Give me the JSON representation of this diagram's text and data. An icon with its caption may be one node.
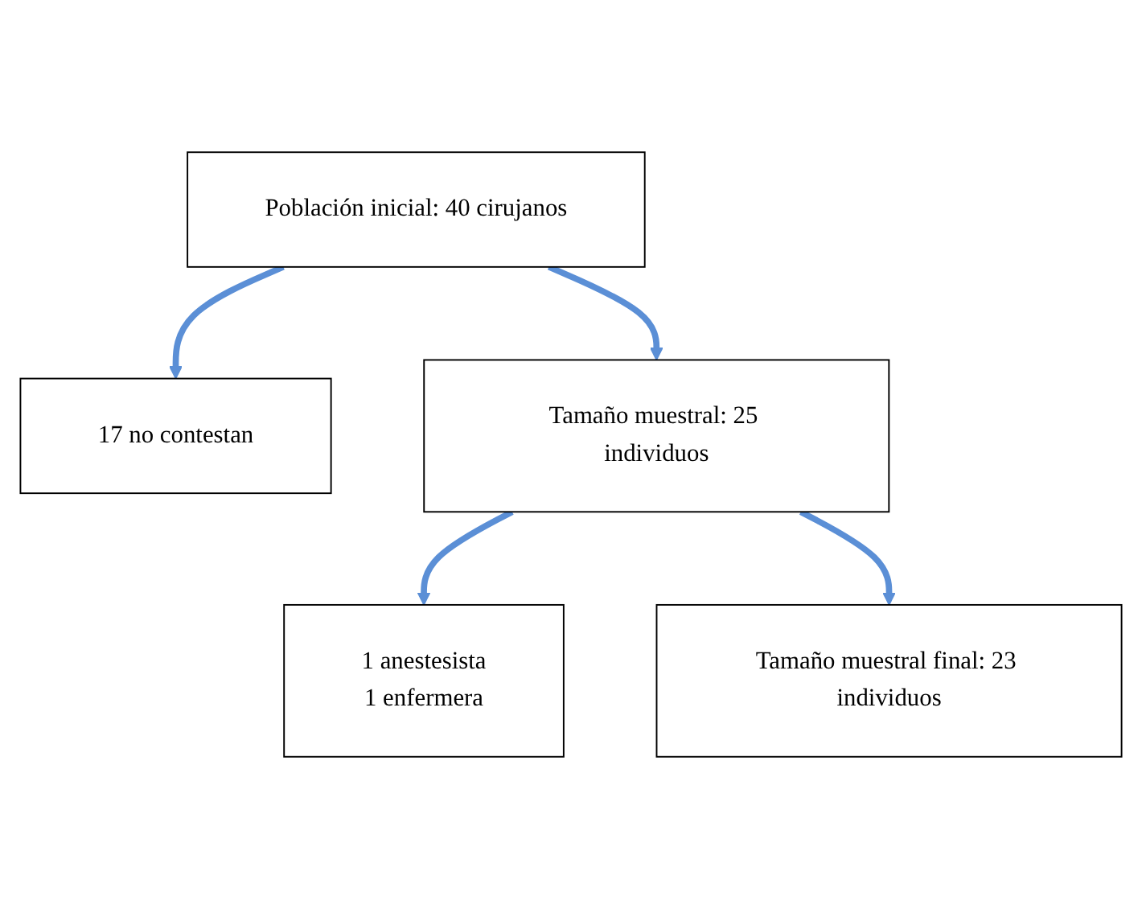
{
  "diagram": {
    "nodes": [
      {
        "text": [
          "Población inicial: 40 cirujanos"
        ]
      },
      {
        "text": [
          "17 no contestan"
        ]
      },
      {
        "text": [
          "Tamaño muestral: 25 individuos"
        ]
      },
      {
        "text": [
          "1 anestesista",
          "1 enfermera"
        ]
      },
      {
        "text": [
          "Tamaño muestral final: 23 individuos"
        ]
      }
    ],
    "edges": [
      {
        "from": 0,
        "to": 1,
        "arrow": "to"
      },
      {
        "from": 0,
        "to": 2,
        "arrow": "to"
      },
      {
        "from": 2,
        "to": 3,
        "arrow": "to"
      },
      {
        "from": 2,
        "to": 4,
        "arrow": "to"
      }
    ]
  }
}
